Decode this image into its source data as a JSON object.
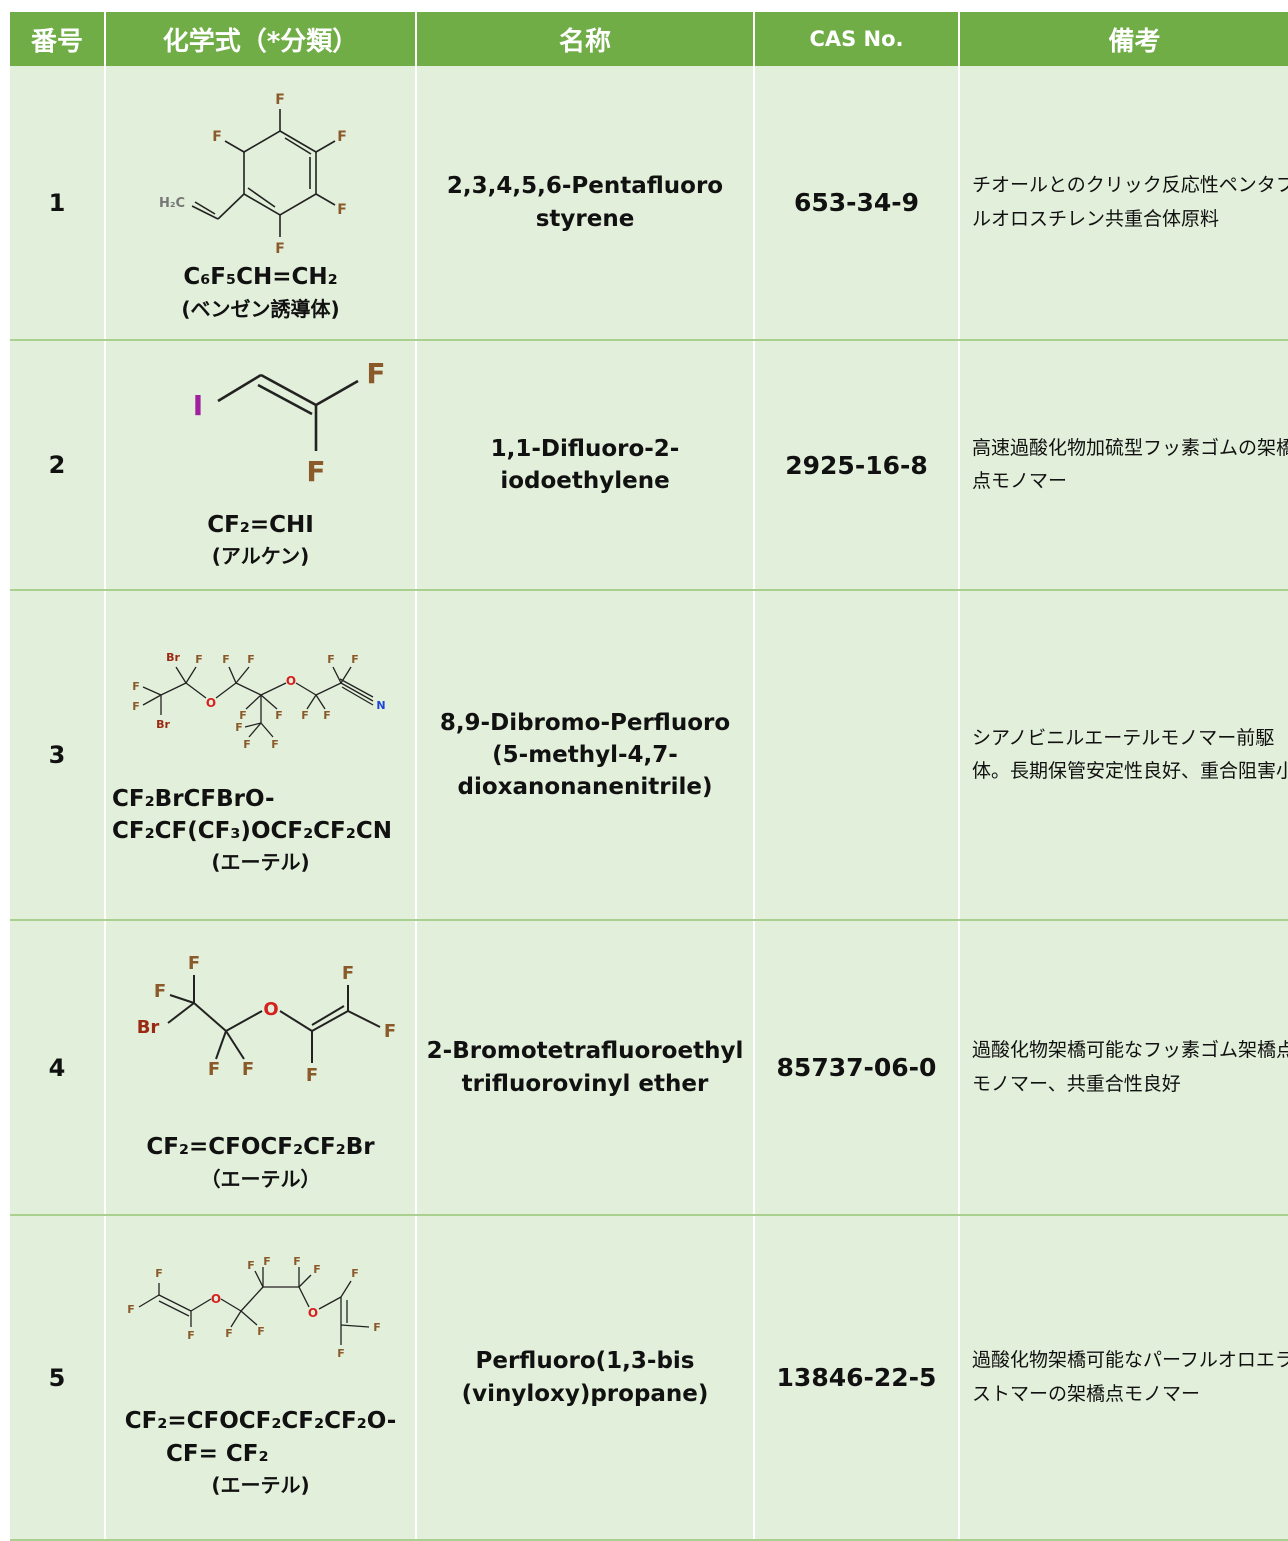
{
  "header": {
    "col_no": "番号",
    "col_formula": "化学式（*分類）",
    "col_name": "名称",
    "col_cas": "CAS No.",
    "col_note": "備考"
  },
  "rows": [
    {
      "no": "1",
      "formula_lines": [
        "C₆F₅CH=CH₂"
      ],
      "classification": "(ベンゼン誘導体)",
      "name_lines": [
        "2,3,4,5,6-Pentafluoro",
        "styrene"
      ],
      "cas": "653-34-9",
      "note": "チオールとのクリック反応性ペンタフルオロスチレン共重合体原料",
      "structure_icon": "pentafluorostyrene-structure",
      "atoms": {
        "f": "F",
        "h2c": "H₂C"
      }
    },
    {
      "no": "2",
      "formula_lines": [
        "CF₂=CHI"
      ],
      "classification": "(アルケン)",
      "name_lines": [
        "1,1-Difluoro-2-",
        "iodoethylene"
      ],
      "cas": "2925-16-8",
      "note": "高速過酸化物加硫型フッ素ゴムの架橋点モノマー",
      "structure_icon": "difluoroiodoethylene-structure",
      "atoms": {
        "f": "F",
        "i": "I"
      }
    },
    {
      "no": "3",
      "formula_lines": [
        "CF₂BrCFBrO-",
        "CF₂CF(CF₃)OCF₂CF₂CN"
      ],
      "classification": "(エーテル)",
      "name_lines": [
        "8,9-Dibromo-Perfluoro",
        "(5-methyl-4,7-",
        "dioxanonanenitrile)"
      ],
      "cas": "",
      "note": "シアノビニルエーテルモノマー前駆体。長期保管安定性良好、重合阻害小",
      "structure_icon": "dibromo-perfluoro-dioxanonanenitrile-structure",
      "atoms": {
        "f": "F",
        "br": "Br",
        "o": "O",
        "n": "N"
      }
    },
    {
      "no": "4",
      "formula_lines": [
        "CF₂=CFOCF₂CF₂Br"
      ],
      "classification": "（エーテル）",
      "name_lines": [
        "2-Bromotetrafluoroethyl",
        "trifluorovinyl ether"
      ],
      "cas": "85737-06-0",
      "note": "過酸化物架橋可能なフッ素ゴム架橋点モノマー、共重合性良好",
      "structure_icon": "bromotetrafluoroethyl-trifluorovinyl-ether-structure",
      "atoms": {
        "f": "F",
        "br": "Br",
        "o": "O"
      }
    },
    {
      "no": "5",
      "formula_lines": [
        "CF₂=CFOCF₂CF₂CF₂O-",
        "CF= CF₂"
      ],
      "classification": "(エーテル)",
      "name_lines": [
        "Perfluoro(1,3-bis",
        "(vinyloxy)propane)"
      ],
      "cas": "13846-22-5",
      "note": "過酸化物架橋可能なパーフルオロエラストマーの架橋点モノマー",
      "structure_icon": "perfluoro-bis-vinyloxy-propane-structure",
      "atoms": {
        "f": "F",
        "o": "O"
      }
    }
  ]
}
